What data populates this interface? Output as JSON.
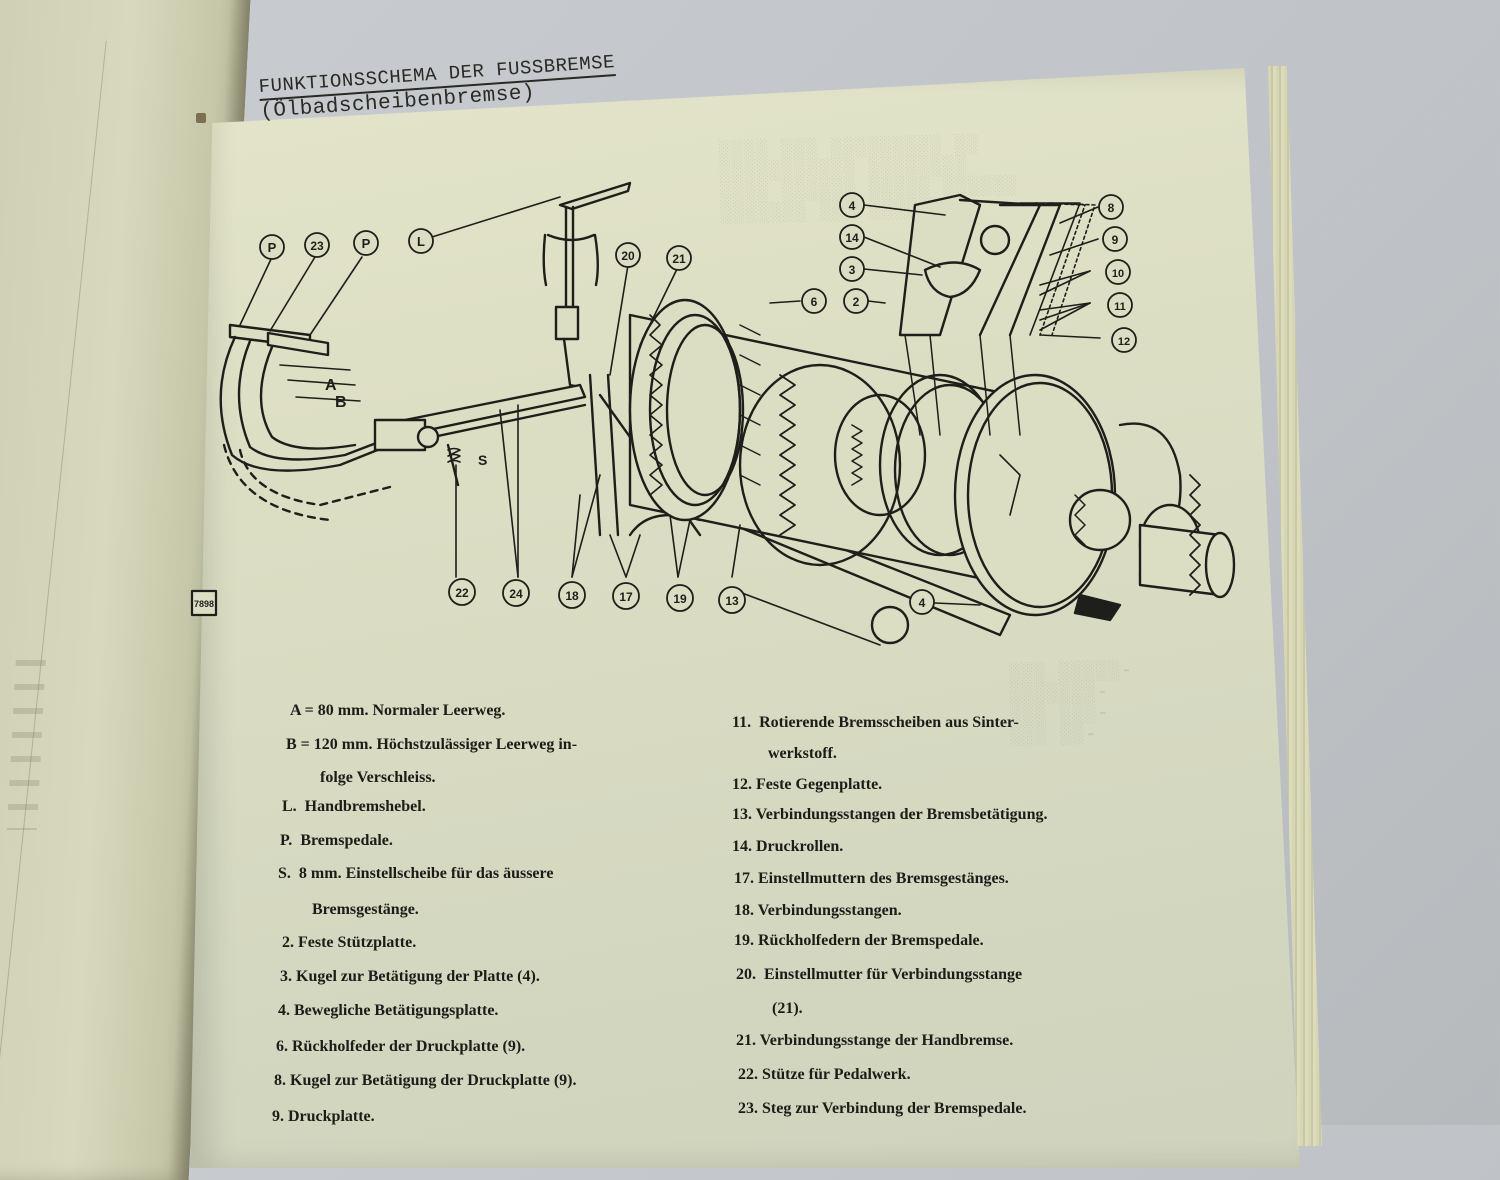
{
  "page": {
    "title_line1": "FUNKTIONSSCHEMA DER FUSSBREMSE",
    "title_line2": "(Ölbadscheibenbremse)",
    "figure_number": "7898"
  },
  "diagram": {
    "callouts": [
      {
        "id": "P",
        "label": "P"
      },
      {
        "id": "23",
        "label": "23"
      },
      {
        "id": "P2",
        "label": "P"
      },
      {
        "id": "L",
        "label": "L"
      },
      {
        "id": "20",
        "label": "20"
      },
      {
        "id": "21",
        "label": "21"
      },
      {
        "id": "6",
        "label": "6"
      },
      {
        "id": "2",
        "label": "2"
      },
      {
        "id": "4a",
        "label": "4"
      },
      {
        "id": "14",
        "label": "14"
      },
      {
        "id": "3",
        "label": "3"
      },
      {
        "id": "8",
        "label": "8"
      },
      {
        "id": "9",
        "label": "9"
      },
      {
        "id": "10",
        "label": "10"
      },
      {
        "id": "11",
        "label": "11"
      },
      {
        "id": "12",
        "label": "12"
      },
      {
        "id": "22",
        "label": "22"
      },
      {
        "id": "24",
        "label": "24"
      },
      {
        "id": "18",
        "label": "18"
      },
      {
        "id": "17",
        "label": "17"
      },
      {
        "id": "19",
        "label": "19"
      },
      {
        "id": "13",
        "label": "13"
      },
      {
        "id": "4b",
        "label": "4"
      }
    ],
    "dimension_labels": {
      "A": "A",
      "B": "B",
      "S": "S"
    }
  },
  "legend": {
    "left": [
      {
        "key": "A =",
        "text": "80 mm. Normaler Leerweg."
      },
      {
        "key": "B =",
        "text": "120 mm. Höchstzulässiger Leerweg in-",
        "cont": "folge Verschleiss."
      },
      {
        "key": "L.",
        "text": "Handbremshebel."
      },
      {
        "key": "P.",
        "text": "Bremspedale."
      },
      {
        "key": "S.",
        "text": "8 mm. Einstellscheibe für das äussere",
        "cont": "Bremsgestänge."
      },
      {
        "key": "2.",
        "text": "Feste Stützplatte."
      },
      {
        "key": "3.",
        "text": "Kugel zur Betätigung der Platte (4)."
      },
      {
        "key": "4.",
        "text": "Bewegliche Betätigungsplatte."
      },
      {
        "key": "6.",
        "text": "Rückholfeder der Druckplatte (9)."
      },
      {
        "key": "8.",
        "text": "Kugel zur Betätigung der Druckplatte (9)."
      },
      {
        "key": "9.",
        "text": "Druckplatte."
      }
    ],
    "right": [
      {
        "key": "11.",
        "text": "Rotierende Bremsscheiben aus Sinter-",
        "cont": "werkstoff."
      },
      {
        "key": "12.",
        "text": "Feste Gegenplatte."
      },
      {
        "key": "13.",
        "text": "Verbindungsstangen der Bremsbetätigung."
      },
      {
        "key": "14.",
        "text": "Druckrollen."
      },
      {
        "key": "17.",
        "text": "Einstellmuttern des Bremsgestänges."
      },
      {
        "key": "18.",
        "text": "Verbindungsstangen."
      },
      {
        "key": "19.",
        "text": "Rückholfedern der Bremspedale."
      },
      {
        "key": "20.",
        "text": "Einstellmutter für Verbindungsstange",
        "cont": "(21)."
      },
      {
        "key": "21.",
        "text": "Verbindungsstange der Handbremse."
      },
      {
        "key": "22.",
        "text": "Stütze für Pedalwerk."
      },
      {
        "key": "23.",
        "text": "Steg zur Verbindung der Bremspedale."
      }
    ]
  },
  "colors": {
    "ink": "#1c1c18",
    "paper": "#dcdec4",
    "background": "#c4c7cb"
  }
}
